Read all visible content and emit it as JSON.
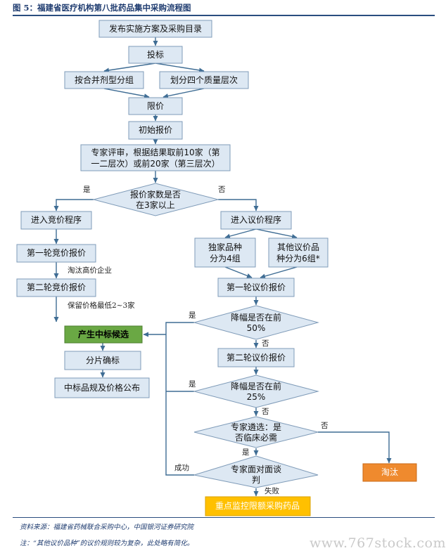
{
  "figure": {
    "title": "图 5：福建省医疗机构第八批药品集中采购流程图",
    "source": "资料来源：福建省药械联合采购中心，中国银河证券研究院",
    "note": "注：“其他议价品种”的议价规则较为复杂，此处略有简化。",
    "watermark": "www.767stock.com"
  },
  "nodes": {
    "publish": "发布实施方案及采购目录",
    "bid": "投标",
    "merge_dosage": "按合并剂型分组",
    "quality_levels": "划分四个质量层次",
    "price_limit": "限价",
    "initial_quote": "初始报价",
    "expert_review_1": "专家评审，根据结果取前10家（第",
    "expert_review_2": "一二层次）或前20家（第三层次）",
    "quote_count_1": "报价家数是否",
    "quote_count_2": "在3家以上",
    "enter_compete": "进入竞价程序",
    "enter_negotiate": "进入议价程序",
    "first_compete": "第一轮竞价报价",
    "second_compete": "第二轮竞价报价",
    "exclusive_1": "独家品种",
    "exclusive_2": "分为4组",
    "other_1": "其他议价品",
    "other_2": "种分为6组*",
    "first_negotiate": "第一轮议价报价",
    "drop50_1": "降幅是否在前",
    "drop50_2": "50%",
    "second_negotiate": "第二轮议价报价",
    "drop25_1": "降幅是否在前",
    "drop25_2": "25%",
    "expert_select_1": "专家遴选：是",
    "expert_select_2": "否临床必需",
    "face_talk_1": "专家面对面谈",
    "face_talk_2": "判",
    "winner_candidate": "产生中标候选",
    "split_award": "分片确标",
    "publish_price": "中标品规及价格公布",
    "eliminate": "淘汰",
    "monitor": "重点监控限额采购药品"
  },
  "labels": {
    "yes": "是",
    "no": "否",
    "eliminate_high": "淘汰高价企业",
    "keep_low": "保留价格最低2~3家",
    "success": "成功",
    "fail": "失败"
  },
  "colors": {
    "box_fill": "#dde8f3",
    "box_stroke": "#7f9bb8",
    "arrow": "#3f6d94",
    "candidate": "#6aa844",
    "eliminate": "#ef8a2e",
    "monitor": "#ffc000",
    "title": "#1f3c70"
  }
}
